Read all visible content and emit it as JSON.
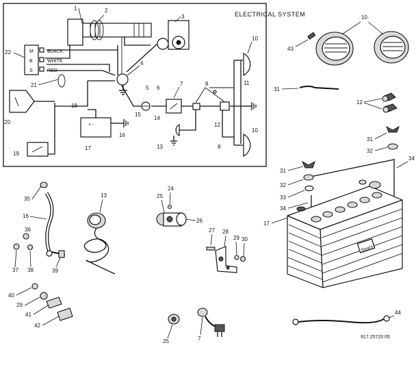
{
  "diagram": {
    "title": "ELECTRICAL SYSTEM",
    "wire_labels": {
      "black": "BLACK",
      "white": "WHITE",
      "red": "RED"
    },
    "terminal_letters": {
      "m": "M",
      "b": "B",
      "s": "S"
    },
    "battery_sign": "+ -",
    "battery_badge": "Sears",
    "part_code": "917.25720  05",
    "callouts": {
      "c1": "1",
      "c2": "2",
      "c3": "3",
      "c4": "4",
      "c5": "5",
      "c6": "6",
      "c7": "7",
      "c8a": "8",
      "c8b": "8",
      "c10a": "10",
      "c10b": "10",
      "c11": "11",
      "c12a": "12",
      "c13": "13",
      "c14": "14",
      "c15": "15",
      "c16": "16",
      "c17": "17",
      "c18": "18",
      "c19": "19",
      "c20": "20",
      "c21": "21",
      "c22": "22",
      "c10top": "10",
      "c43": "43",
      "c31a": "31",
      "c12b": "12",
      "c31b": "31",
      "c32a": "32",
      "c31c": "31",
      "c32b": "32",
      "c33a": "33",
      "c34a": "34",
      "c34b": "34",
      "c17b": "17",
      "c44": "44",
      "c35": "35",
      "c16b": "16",
      "c36": "36",
      "c37": "37",
      "c38": "38",
      "c39": "39",
      "c13b": "13",
      "c25": "25",
      "c24": "24",
      "c26": "26",
      "c27": "27",
      "c28": "28",
      "c29a": "29",
      "c30": "30",
      "c40": "40",
      "c29b": "29",
      "c41": "41",
      "c42": "42",
      "c25b": "25",
      "c7b": "7"
    }
  }
}
